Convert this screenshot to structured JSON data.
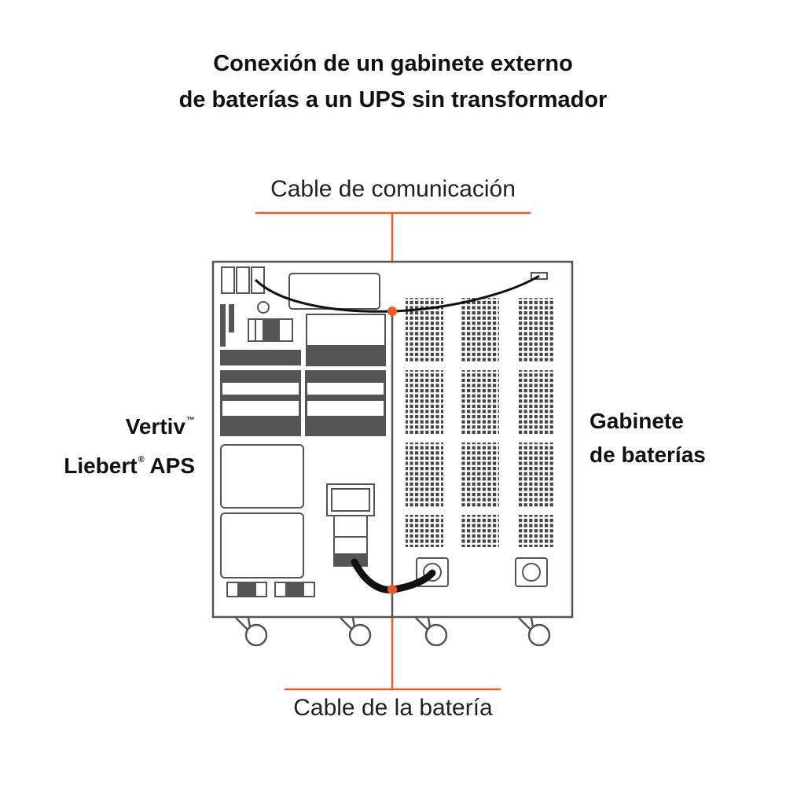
{
  "title": {
    "line1": "Conexión de un gabinete externo",
    "line2": "de baterías a un UPS sin transformador"
  },
  "labels": {
    "comm_cable": "Cable de comunicación",
    "battery_cable": "Cable de la batería",
    "ups_line1": "Vertiv",
    "ups_tm": "™",
    "ups_line2": "Liebert",
    "ups_reg": "®",
    "ups_line2_tail": " APS",
    "cabinet_line1": "Gabinete",
    "cabinet_line2": "de baterías"
  },
  "colors": {
    "accent": "#f05a22",
    "outline": "#555555",
    "fill_dark": "#555555",
    "cable": "#111111"
  }
}
